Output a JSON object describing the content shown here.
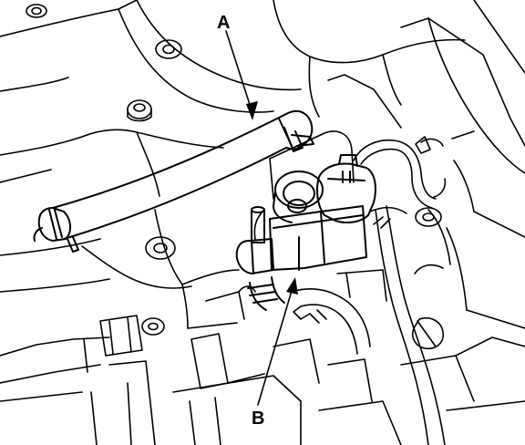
{
  "diagram": {
    "callouts": {
      "a": "A",
      "b": "B"
    },
    "colors": {
      "line": "#000000",
      "background": "#ffffff"
    },
    "parts": {
      "a": "hose",
      "b": "solenoid-valve"
    }
  }
}
